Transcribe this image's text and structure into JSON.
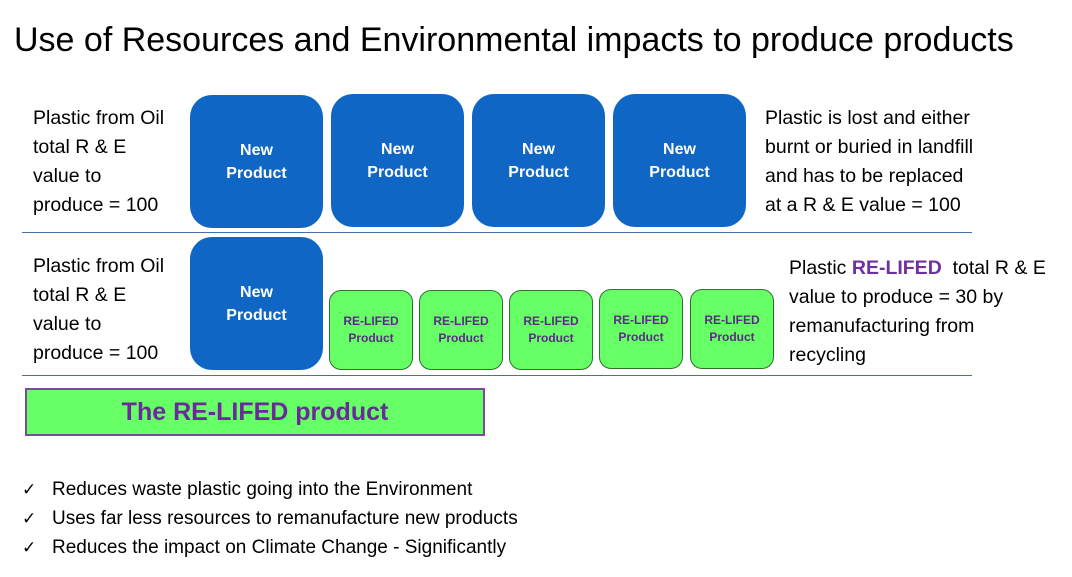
{
  "title": "Use of Resources and Environmental impacts to produce products",
  "row1": {
    "left_lines": [
      "Plastic from Oil",
      "total R & E",
      "value to",
      "produce = 100"
    ],
    "right_lines": [
      "Plastic is lost and either",
      "burnt or buried in landfill",
      "and has to be replaced",
      "at a R & E value = 100"
    ],
    "products": [
      {
        "line1": "New",
        "line2": "Product"
      },
      {
        "line1": "New",
        "line2": "Product"
      },
      {
        "line1": "New",
        "line2": "Product"
      },
      {
        "line1": "New",
        "line2": "Product"
      }
    ]
  },
  "row2": {
    "left_lines": [
      "Plastic from Oil",
      "total R & E",
      "value to",
      "produce = 100"
    ],
    "new_product": {
      "line1": "New",
      "line2": "Product"
    },
    "relifed_products": [
      {
        "line1": "RE-LIFED",
        "line2": "Product"
      },
      {
        "line1": "RE-LIFED",
        "line2": "Product"
      },
      {
        "line1": "RE-LIFED",
        "line2": "Product"
      },
      {
        "line1": "RE-LIFED",
        "line2": "Product"
      },
      {
        "line1": "RE-LIFED",
        "line2": "Product"
      }
    ],
    "right_line1_prefix": "Plastic ",
    "right_line1_highlight": "RE-LIFED",
    "right_line1_suffix": "  total R & E",
    "right_lines_rest": [
      "value to produce = 30 by",
      "remanufacturing from",
      "recycling"
    ]
  },
  "banner": "The RE-LIFED product",
  "checklist": {
    "mark": "✓",
    "items": [
      "Reduces waste plastic going into the Environment",
      "Uses far less resources to remanufacture new products",
      "Reduces the impact on Climate Change - Significantly"
    ]
  },
  "colors": {
    "new_product_fill": "#0f66c4",
    "relifed_fill": "#66ff66",
    "relifed_text": "#5b2a86",
    "highlight_text": "#7030a0",
    "rule": "#4a6fa5"
  }
}
